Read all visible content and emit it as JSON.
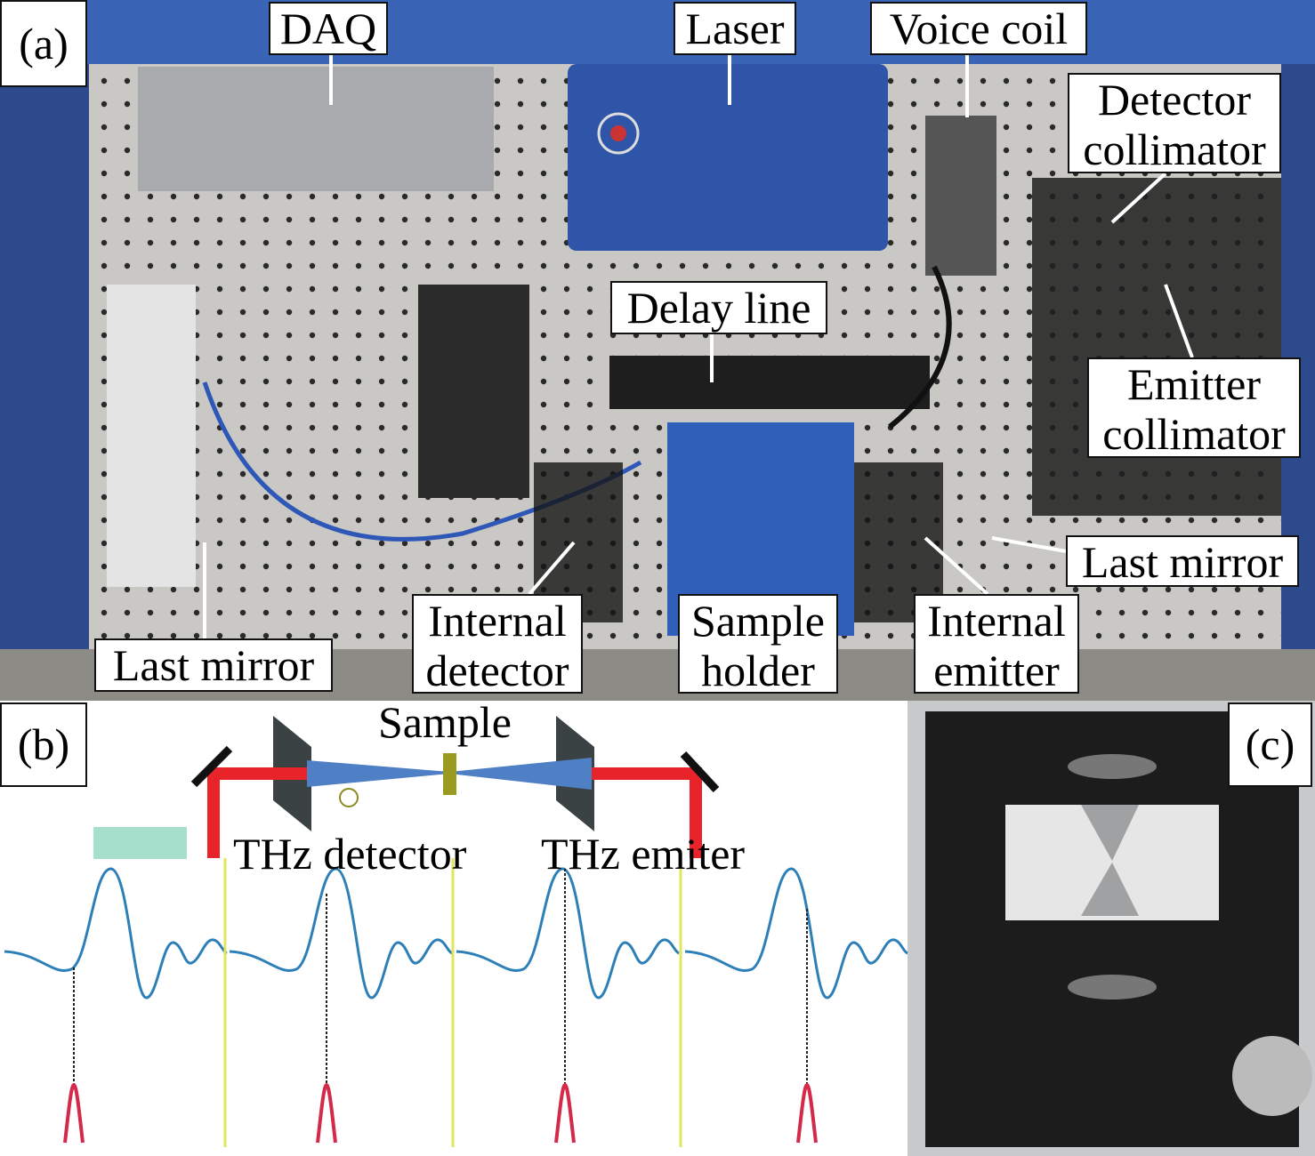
{
  "panel_a": {
    "panel_label": "(a)",
    "labels": {
      "daq": "DAQ",
      "laser": "Laser",
      "voice_coil": "Voice coil",
      "detector_collimator": [
        "Detector",
        "collimator"
      ],
      "delay_line": "Delay line",
      "emitter_collimator": [
        "Emitter",
        "collimator"
      ],
      "last_mirror_right": "Last mirror",
      "last_mirror_left": "Last mirror",
      "internal_detector": [
        "Internal",
        "detector"
      ],
      "sample_holder": [
        "Sample",
        "holder"
      ],
      "internal_emitter": [
        "Internal",
        "emitter"
      ]
    }
  },
  "panel_b": {
    "panel_label": "(b)",
    "sample": "Sample",
    "thz_detector": "THz detector",
    "thz_emitter": "THz emiter",
    "colors": {
      "beam": "#e8232a",
      "thz": "#4f7fc4",
      "waveform": "#2d7fb8",
      "pulse": "#d42a4a",
      "marker": "#e2e65a",
      "sample": "#9a9a20"
    }
  },
  "panel_c": {
    "panel_label": "(c)"
  }
}
